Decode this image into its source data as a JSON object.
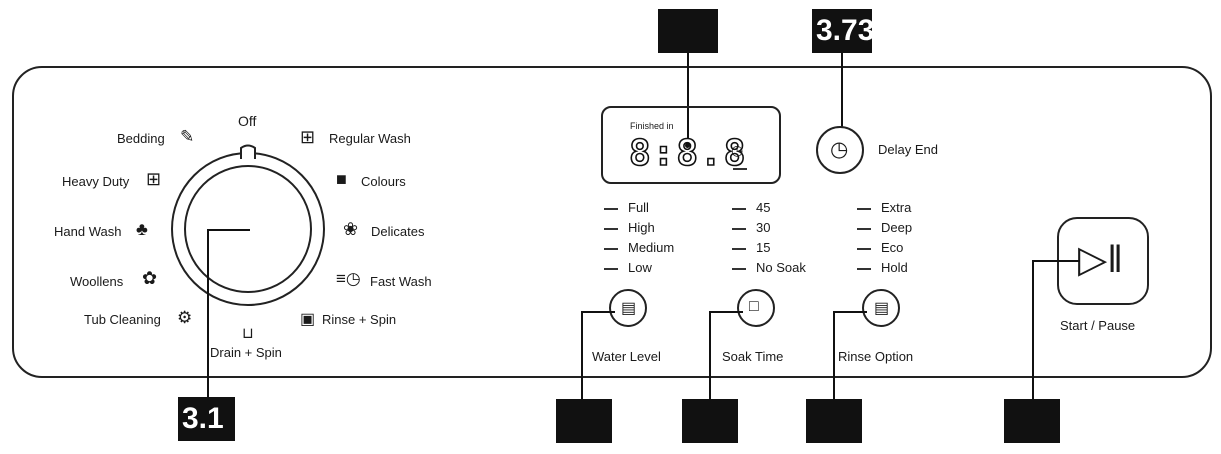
{
  "callouts": {
    "display": "",
    "delay_end": "3.73",
    "dial": "3.1",
    "water_level": "",
    "soak_time": "",
    "rinse_option": "",
    "start_pause": ""
  },
  "dial": {
    "off": "Off",
    "programs": {
      "bedding": "Bedding",
      "heavy_duty": "Heavy Duty",
      "hand_wash": "Hand Wash",
      "woollens": "Woollens",
      "tub_cleaning": "Tub Cleaning",
      "drain_spin": "Drain + Spin",
      "regular_wash": "Regular Wash",
      "colours": "Colours",
      "delicates": "Delicates",
      "fast_wash": "Fast Wash",
      "rinse_spin": "Rinse + Spin"
    }
  },
  "display": {
    "caption": "Finished in",
    "digits": "8:8.8"
  },
  "delay_end": {
    "label": "Delay End"
  },
  "water_level": {
    "label": "Water Level",
    "options": [
      "Full",
      "High",
      "Medium",
      "Low"
    ]
  },
  "soak_time": {
    "label": "Soak Time",
    "options": [
      "45",
      "30",
      "15",
      "No Soak"
    ]
  },
  "rinse_option": {
    "label": "Rinse Option",
    "options": [
      "Extra",
      "Deep",
      "Eco",
      "Hold"
    ]
  },
  "start_pause": {
    "label": "Start / Pause"
  }
}
